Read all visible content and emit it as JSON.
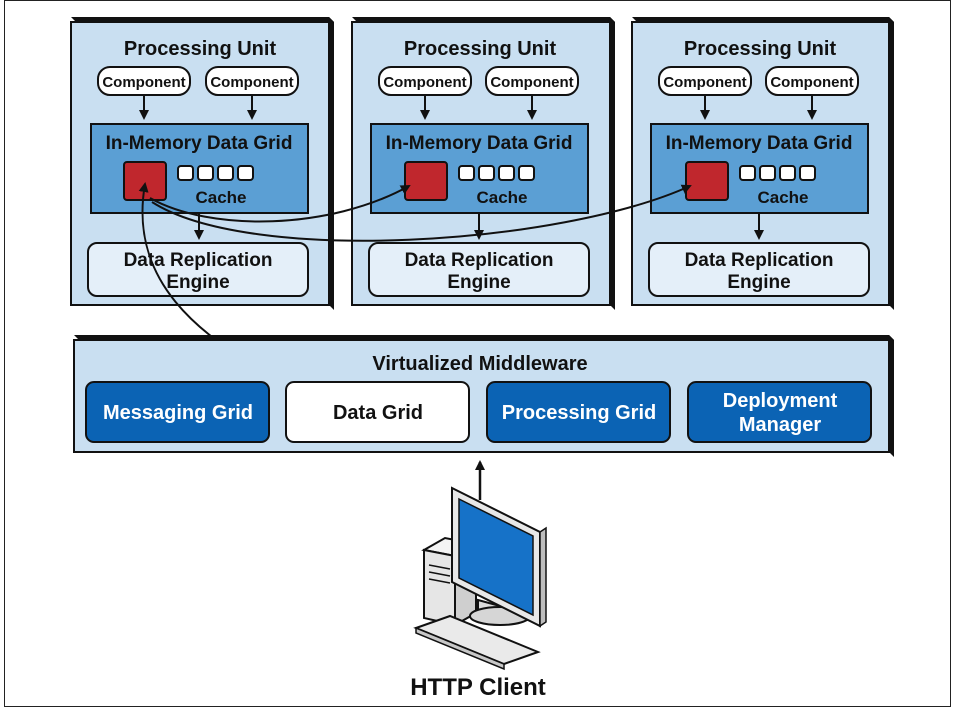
{
  "processing_unit": {
    "title": "Processing Unit",
    "component_label": "Component",
    "grid_title": "In-Memory Data Grid",
    "cache_label": "Cache",
    "replication_line1": "Data Replication",
    "replication_line2": "Engine"
  },
  "middleware": {
    "title": "Virtualized Middleware",
    "messaging_grid": "Messaging Grid",
    "data_grid": "Data Grid",
    "processing_grid": "Processing Grid",
    "deployment_line1": "Deployment",
    "deployment_line2": "Manager"
  },
  "client": {
    "label": "HTTP Client"
  },
  "colors": {
    "light_blue": "#c9dff1",
    "mid_blue": "#5b9fd4",
    "dark_blue": "#0b63b4",
    "cache_red": "#c0272d",
    "pale_box": "#e4eff9"
  }
}
